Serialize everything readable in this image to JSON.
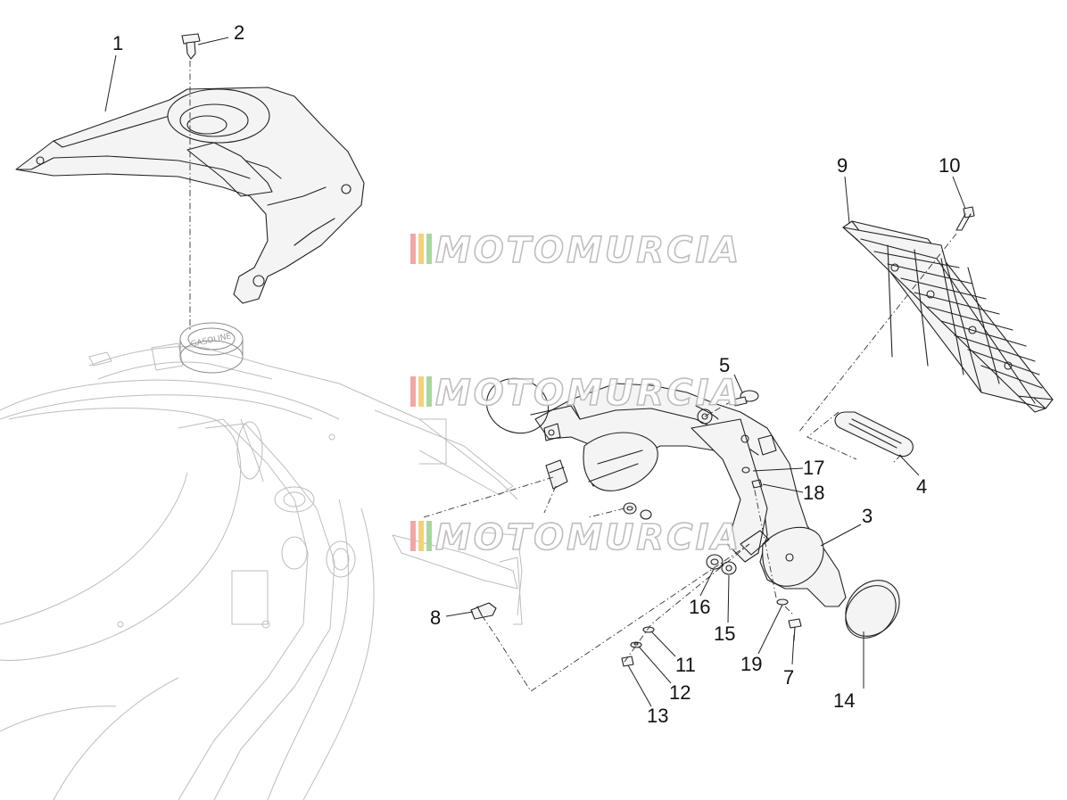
{
  "watermark": {
    "text": "MOTOMURCIA",
    "stripe_colors": [
      "#f2a7a7",
      "#f4d27a",
      "#a8d6a0"
    ]
  },
  "fuel_cap_label": "GASOLINE",
  "callouts": [
    "1",
    "2",
    "3",
    "4",
    "5",
    "7",
    "8",
    "9",
    "10",
    "11",
    "12",
    "13",
    "14",
    "15",
    "16",
    "17",
    "18",
    "19"
  ]
}
